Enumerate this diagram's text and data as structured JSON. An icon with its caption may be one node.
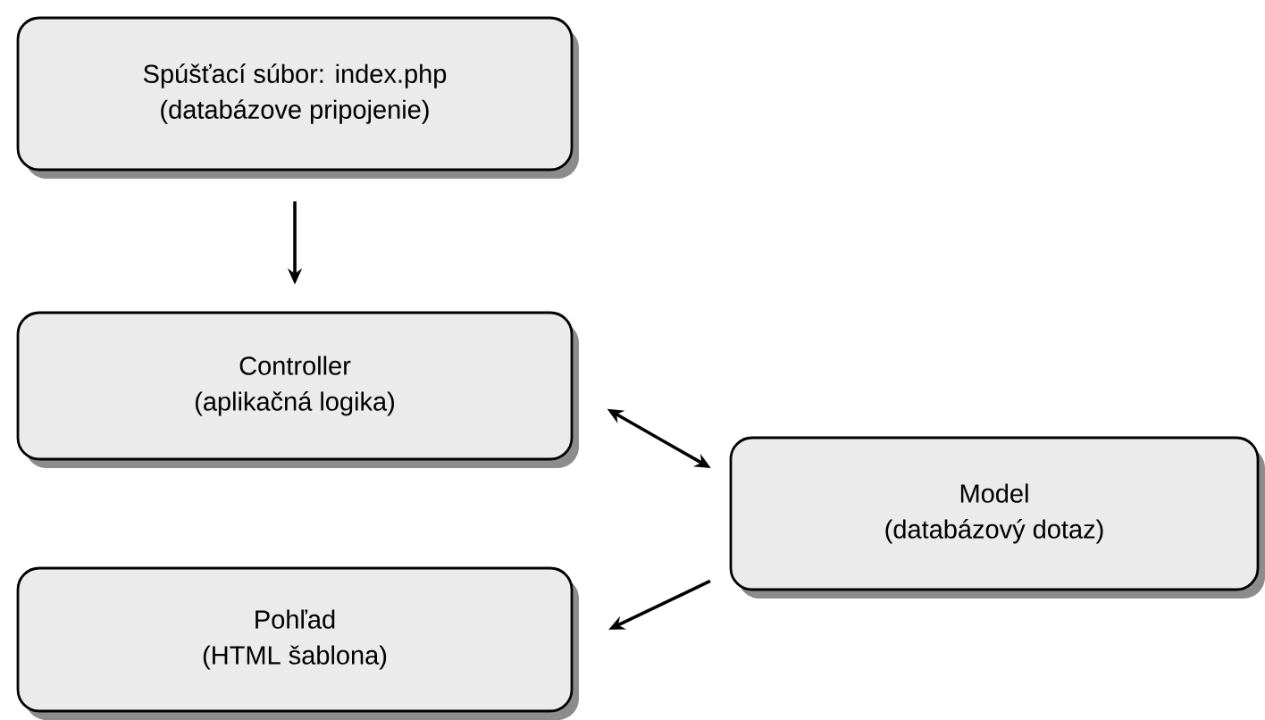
{
  "diagram": {
    "nodes": [
      {
        "text": [
          "Spúšťací súbor: index.php",
          "(databázove pripojenie)"
        ]
      },
      {
        "text": [
          "Controller",
          "(aplikačná logika)"
        ]
      },
      {
        "text": [
          "Model",
          "(databázový dotaz)"
        ]
      },
      {
        "text": [
          "Pohľad",
          "(HTML šablona)"
        ]
      }
    ],
    "edges": [
      {
        "from": 0,
        "to": 1,
        "arrow": "to"
      },
      {
        "from": 1,
        "to": 2,
        "arrow": "both"
      },
      {
        "from": 2,
        "to": 3,
        "arrow": "to"
      }
    ]
  }
}
